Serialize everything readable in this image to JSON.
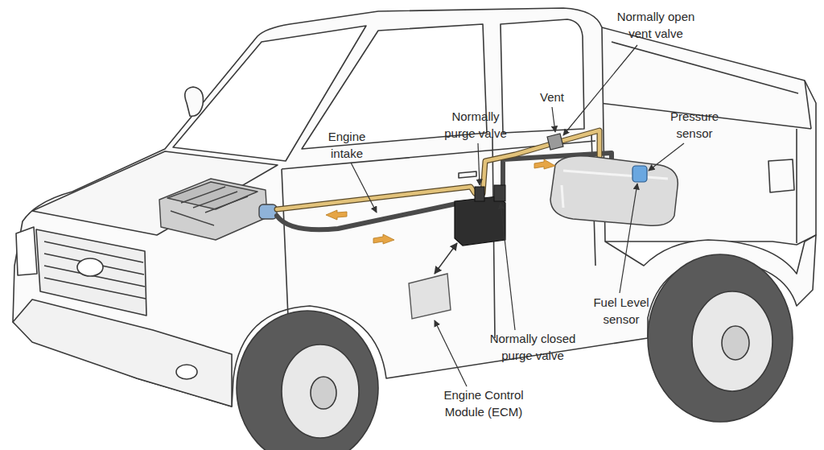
{
  "diagram": {
    "labels": [
      "Normally open vent valve",
      "Vent",
      "Normally purge valve",
      "Pressure sensor",
      "Engine intake",
      "Fuel Level sensor",
      "Normally closed purge valve",
      "Engine Control Module (ECM)"
    ]
  }
}
